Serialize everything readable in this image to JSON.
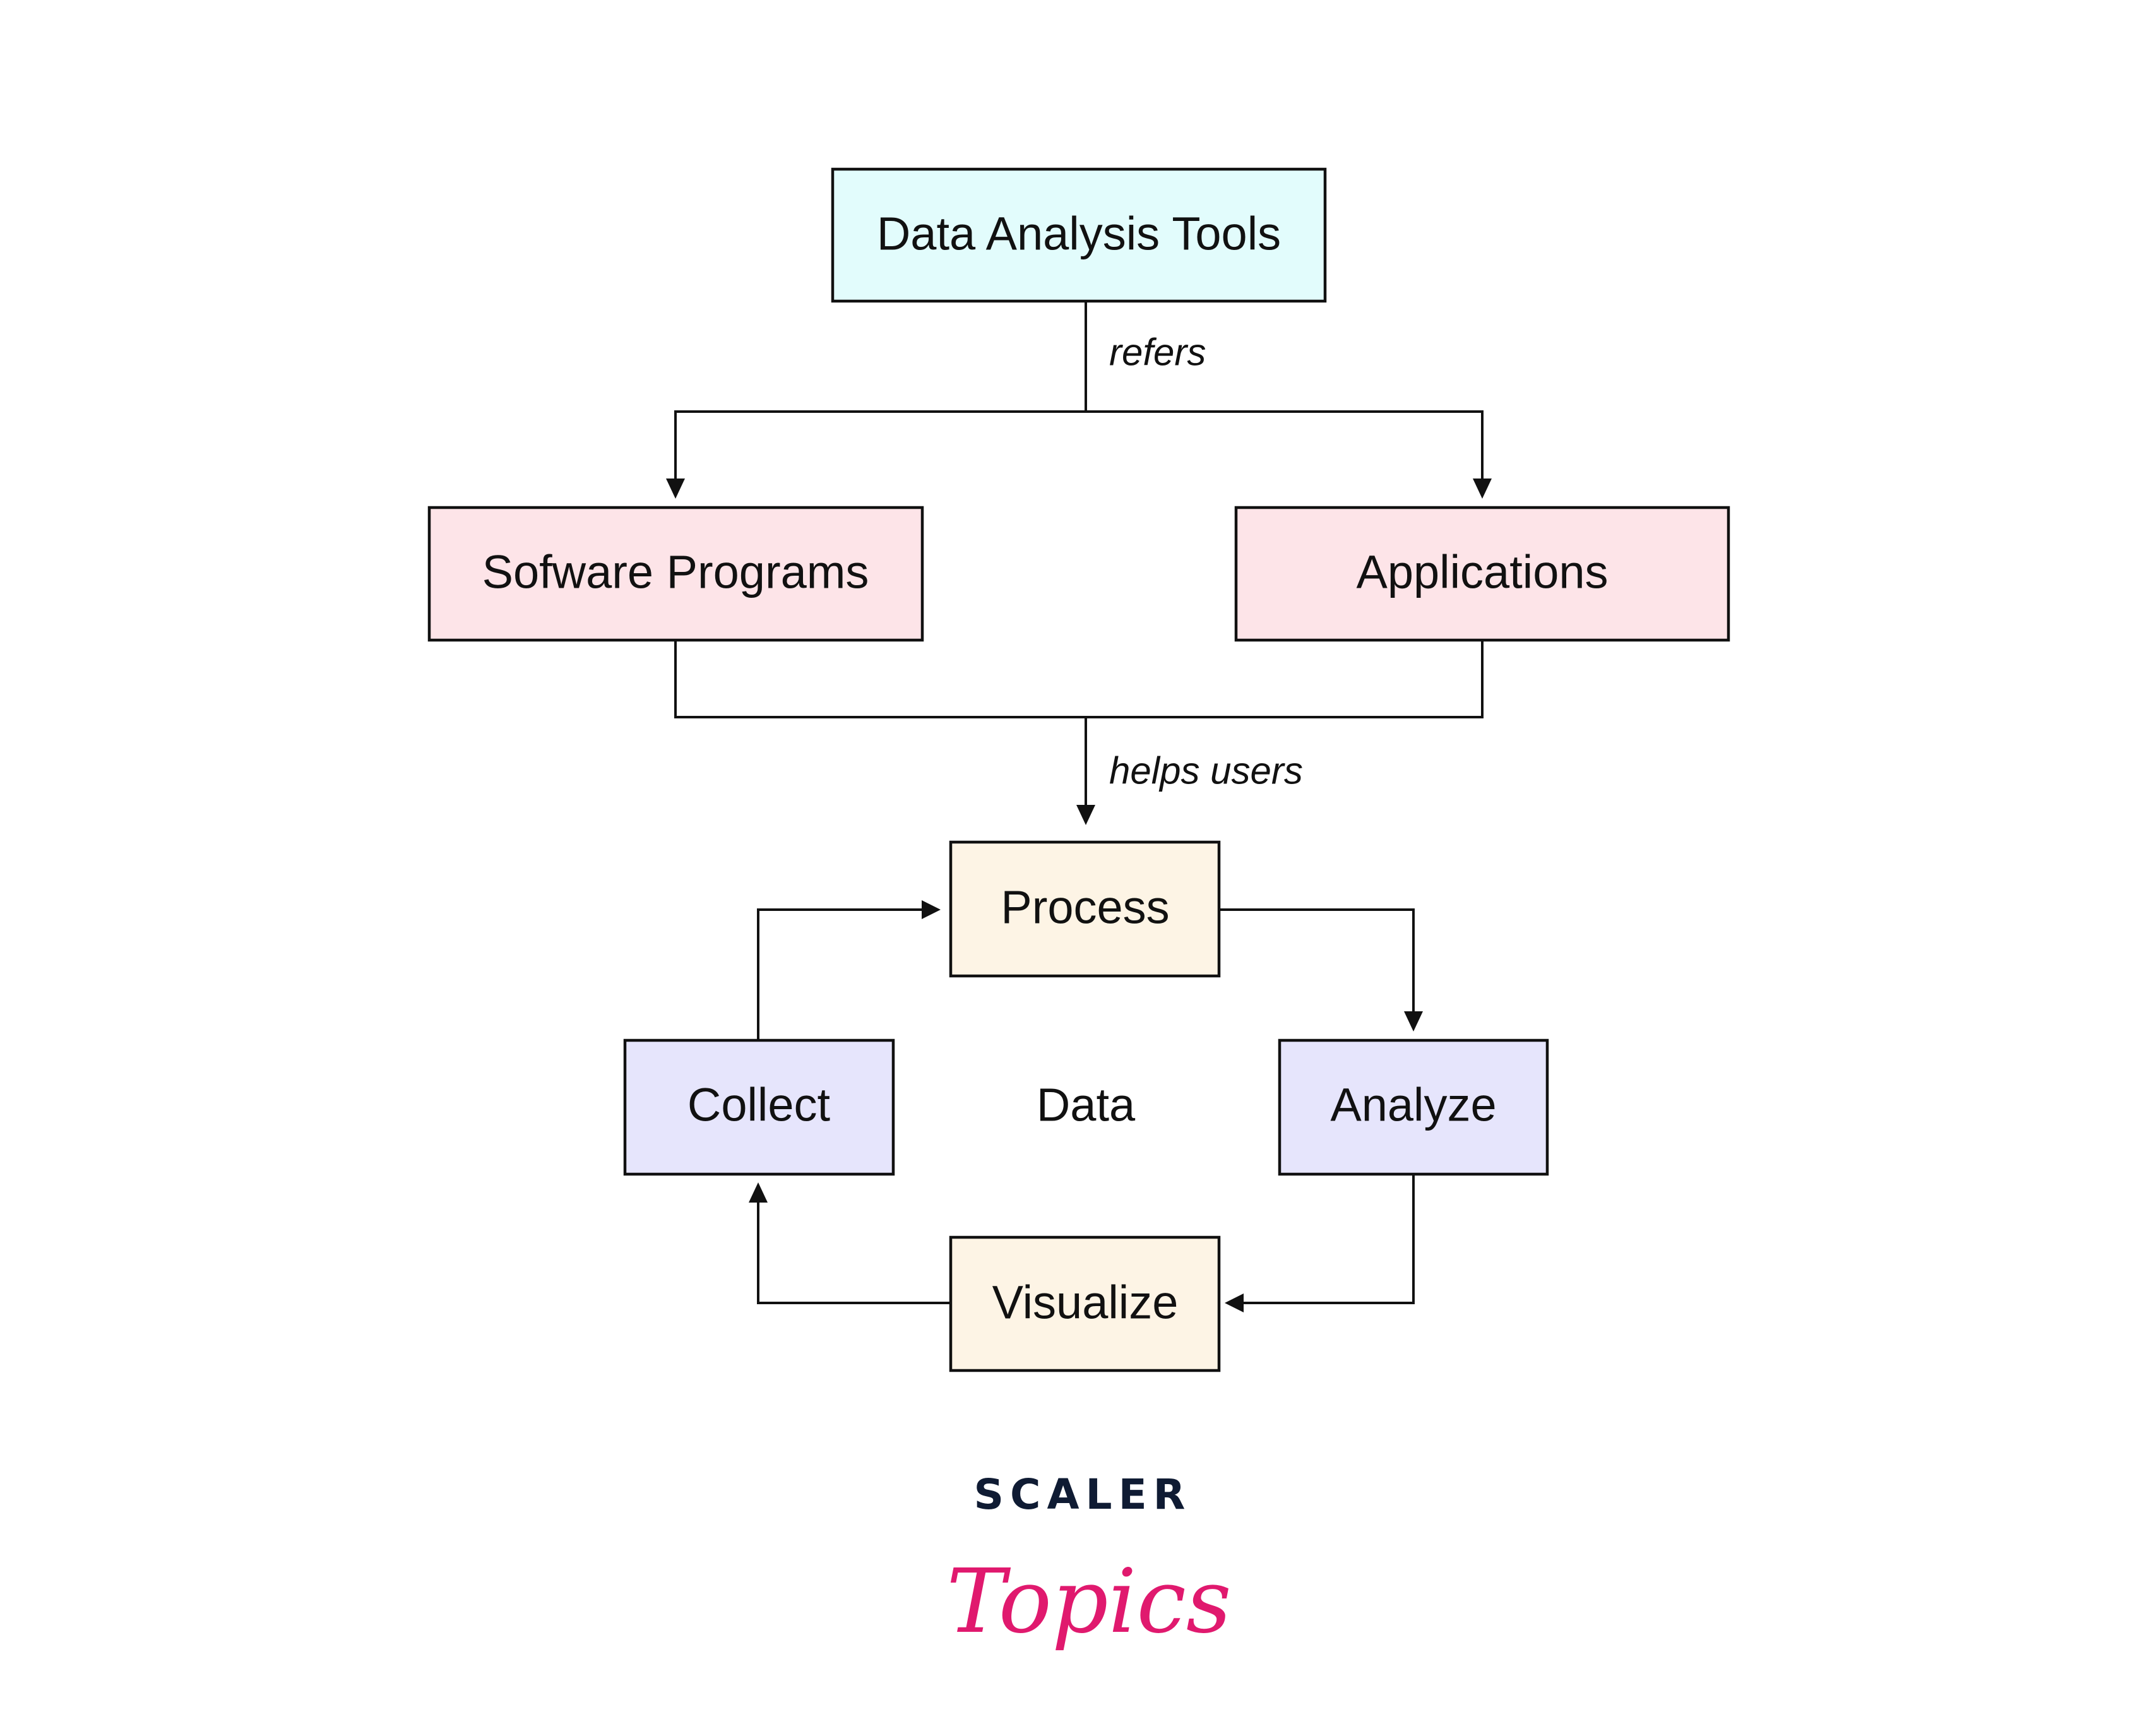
{
  "nodes": {
    "tools": {
      "label": "Data Analysis Tools",
      "fill": "#e2fcfc"
    },
    "software": {
      "label": "Sofware Programs",
      "fill": "#fde4e8"
    },
    "applications": {
      "label": "Applications",
      "fill": "#fde4e8"
    },
    "process": {
      "label": "Process",
      "fill": "#fdf4e5"
    },
    "collect": {
      "label": "Collect",
      "fill": "#e6e5fc"
    },
    "analyze": {
      "label": "Analyze",
      "fill": "#e6e5fc"
    },
    "visualize": {
      "label": "Visualize",
      "fill": "#fdf4e5"
    },
    "center": {
      "label": "Data"
    }
  },
  "edges": {
    "refers": "refers",
    "helps": "helps users"
  },
  "logo": {
    "top": "SCALER",
    "bottom": "Topics",
    "top_color": "#0f1b33",
    "bottom_color": "#e0196e"
  }
}
